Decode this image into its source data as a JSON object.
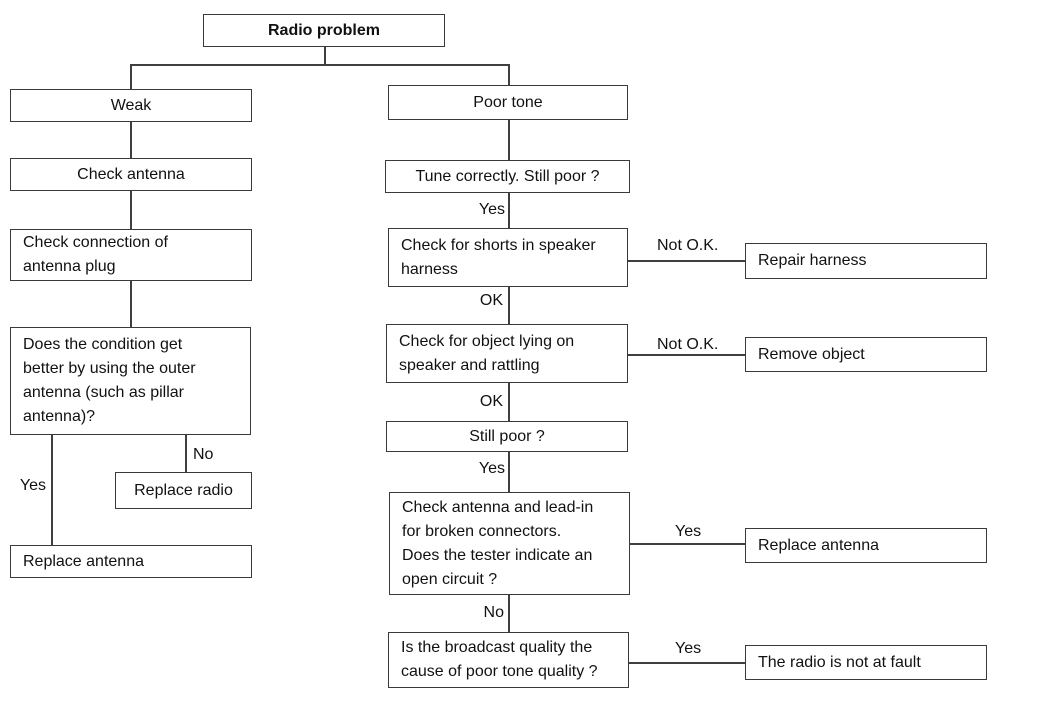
{
  "diagram_type": "flowchart",
  "title": "Radio problem",
  "colors": {
    "background": "#ffffff",
    "box_fill": "#ffffff",
    "box_border": "#3a3a3a",
    "line": "#3f3f3f",
    "text": "#111111"
  },
  "nodes": {
    "radio_problem": "Radio problem",
    "weak": "Weak",
    "poor_tone": "Poor tone",
    "check_antenna": "Check antenna",
    "check_connection": "Check connection of\nantenna plug",
    "does_condition": "Does the condition get\nbetter by using the outer\nantenna (such as pillar\nantenna)?",
    "replace_radio": "Replace radio",
    "replace_antenna_left": "Replace antenna",
    "tune_correctly": "Tune correctly. Still poor ?",
    "check_shorts": "Check for shorts in speaker\nharness",
    "repair_harness": "Repair harness",
    "check_object": "Check for object lying on\nspeaker and rattling",
    "remove_object": "Remove object",
    "still_poor": "Still poor ?",
    "check_leadin": "Check antenna and lead-in\nfor broken connectors.\nDoes the tester indicate an\nopen circuit ?",
    "replace_antenna_right": "Replace antenna",
    "is_broadcast": "Is the broadcast quality the\ncause of poor tone quality ?",
    "radio_not_fault": "The radio is not at fault"
  },
  "edges": [
    {
      "from": "radio_problem",
      "to": "weak",
      "label": ""
    },
    {
      "from": "radio_problem",
      "to": "poor_tone",
      "label": ""
    },
    {
      "from": "weak",
      "to": "check_antenna",
      "label": ""
    },
    {
      "from": "check_antenna",
      "to": "check_connection",
      "label": ""
    },
    {
      "from": "check_connection",
      "to": "does_condition",
      "label": ""
    },
    {
      "from": "does_condition",
      "to": "replace_antenna_left",
      "label": "Yes"
    },
    {
      "from": "does_condition",
      "to": "replace_radio",
      "label": "No"
    },
    {
      "from": "poor_tone",
      "to": "tune_correctly",
      "label": ""
    },
    {
      "from": "tune_correctly",
      "to": "check_shorts",
      "label": "Yes"
    },
    {
      "from": "check_shorts",
      "to": "repair_harness",
      "label": "Not O.K."
    },
    {
      "from": "check_shorts",
      "to": "check_object",
      "label": "OK"
    },
    {
      "from": "check_object",
      "to": "remove_object",
      "label": "Not O.K."
    },
    {
      "from": "check_object",
      "to": "still_poor",
      "label": "OK"
    },
    {
      "from": "still_poor",
      "to": "check_leadin",
      "label": "Yes"
    },
    {
      "from": "check_leadin",
      "to": "replace_antenna_right",
      "label": "Yes"
    },
    {
      "from": "check_leadin",
      "to": "is_broadcast",
      "label": "No"
    },
    {
      "from": "is_broadcast",
      "to": "radio_not_fault",
      "label": "Yes"
    }
  ]
}
